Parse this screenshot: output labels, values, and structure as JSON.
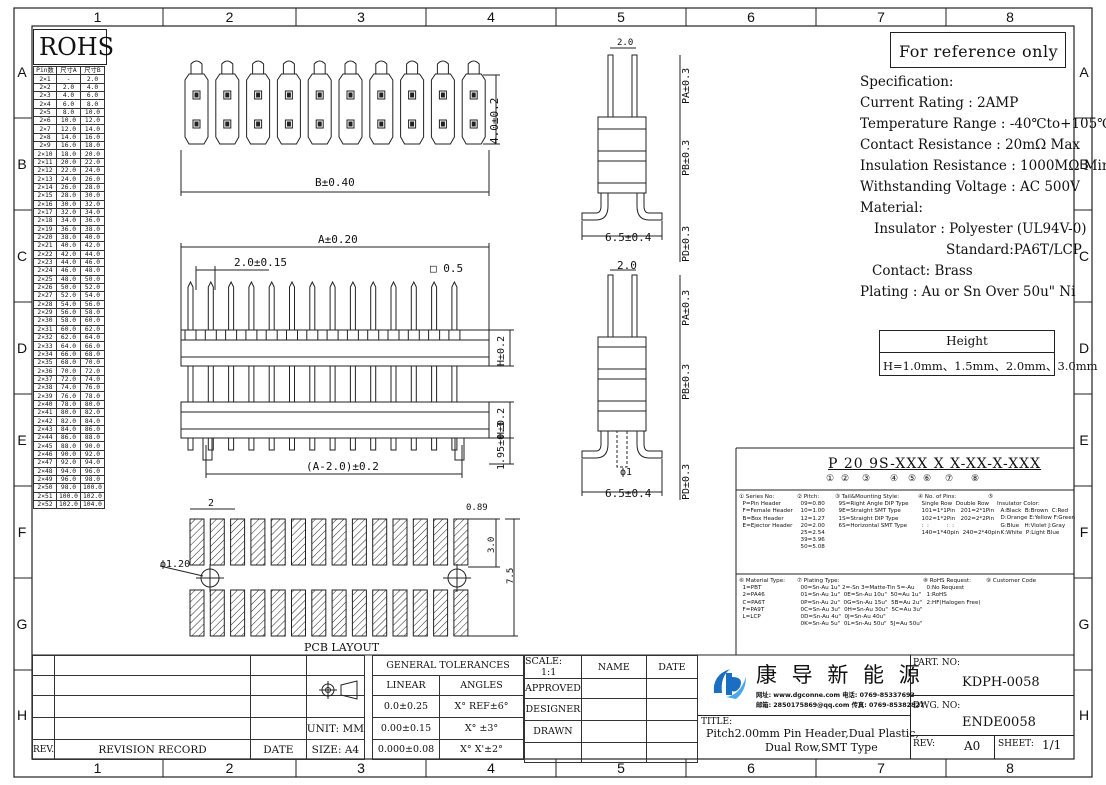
{
  "grid": {
    "columns": [
      "1",
      "2",
      "3",
      "4",
      "5",
      "6",
      "7",
      "8"
    ],
    "rows": [
      "A",
      "B",
      "C",
      "D",
      "E",
      "F",
      "G",
      "H"
    ]
  },
  "rohs": "ROHS",
  "pin_table": {
    "headers": [
      "Pin数",
      "尺寸A",
      "尺寸B"
    ],
    "rows": [
      [
        "2×1",
        "-",
        "2.0"
      ],
      [
        "2×2",
        "2.0",
        "4.0"
      ],
      [
        "2×3",
        "4.0",
        "6.0"
      ],
      [
        "2×4",
        "6.0",
        "8.0"
      ],
      [
        "2×5",
        "8.0",
        "10.0"
      ],
      [
        "2×6",
        "10.0",
        "12.0"
      ],
      [
        "2×7",
        "12.0",
        "14.0"
      ],
      [
        "2×8",
        "14.0",
        "16.0"
      ],
      [
        "2×9",
        "16.0",
        "18.0"
      ],
      [
        "2×10",
        "18.0",
        "20.0"
      ],
      [
        "2×11",
        "20.0",
        "22.0"
      ],
      [
        "2×12",
        "22.0",
        "24.0"
      ],
      [
        "2×13",
        "24.0",
        "26.0"
      ],
      [
        "2×14",
        "26.0",
        "28.0"
      ],
      [
        "2×15",
        "28.0",
        "30.0"
      ],
      [
        "2×16",
        "30.0",
        "32.0"
      ],
      [
        "2×17",
        "32.0",
        "34.0"
      ],
      [
        "2×18",
        "34.0",
        "36.0"
      ],
      [
        "2×19",
        "36.0",
        "38.0"
      ],
      [
        "2×20",
        "38.0",
        "40.0"
      ],
      [
        "2×21",
        "40.0",
        "42.0"
      ],
      [
        "2×22",
        "42.0",
        "44.0"
      ],
      [
        "2×23",
        "44.0",
        "46.0"
      ],
      [
        "2×24",
        "46.0",
        "48.0"
      ],
      [
        "2×25",
        "48.0",
        "50.0"
      ],
      [
        "2×26",
        "50.0",
        "52.0"
      ],
      [
        "2×27",
        "52.0",
        "54.0"
      ],
      [
        "2×28",
        "54.0",
        "56.0"
      ],
      [
        "2×29",
        "56.0",
        "58.0"
      ],
      [
        "2×30",
        "58.0",
        "60.0"
      ],
      [
        "2×31",
        "60.0",
        "62.0"
      ],
      [
        "2×32",
        "62.0",
        "64.0"
      ],
      [
        "2×33",
        "64.0",
        "66.0"
      ],
      [
        "2×34",
        "66.0",
        "68.0"
      ],
      [
        "2×35",
        "68.0",
        "70.0"
      ],
      [
        "2×36",
        "70.0",
        "72.0"
      ],
      [
        "2×37",
        "72.0",
        "74.0"
      ],
      [
        "2×38",
        "74.0",
        "76.0"
      ],
      [
        "2×39",
        "76.0",
        "78.0"
      ],
      [
        "2×40",
        "78.0",
        "80.0"
      ],
      [
        "2×41",
        "80.0",
        "82.0"
      ],
      [
        "2×42",
        "82.0",
        "84.0"
      ],
      [
        "2×43",
        "84.0",
        "86.0"
      ],
      [
        "2×44",
        "86.0",
        "88.0"
      ],
      [
        "2×45",
        "88.0",
        "90.0"
      ],
      [
        "2×46",
        "90.0",
        "92.0"
      ],
      [
        "2×47",
        "92.0",
        "94.0"
      ],
      [
        "2×48",
        "94.0",
        "96.0"
      ],
      [
        "2×49",
        "96.0",
        "98.0"
      ],
      [
        "2×50",
        "98.0",
        "100.0"
      ],
      [
        "2×51",
        "100.0",
        "102.0"
      ],
      [
        "2×52",
        "102.0",
        "104.0"
      ]
    ]
  },
  "dimensions": {
    "top_height": "4.0±0.2",
    "top_width": "B±0.40",
    "front_a": "A±0.20",
    "front_pitch": "2.0±0.15",
    "front_square": "□ 0.5",
    "front_h1": "H±0.2",
    "front_h2": "H±0.2",
    "front_195": "1.95±0.3",
    "front_a2": "(A-2.0)±0.2",
    "side_top_20": "2.0",
    "side_pa1": "PA±0.3",
    "side_pb1": "PB±0.3",
    "side_65a": "6.5±0.4",
    "side_pd1": "PD±0.3",
    "side_mid_20": "2.0",
    "side_pa2": "PA±0.3",
    "side_pb2": "PB±0.3",
    "side_phi": "ϕ1",
    "side_pd2": "PD±0.3",
    "side_65b": "6.5±0.4",
    "pcb_2": "2",
    "pcb_089": "0.89",
    "pcb_30": "3.0",
    "pcb_75": "7.5",
    "pcb_phi": "ϕ1.20",
    "pcb_layout": "PCB LAYOUT"
  },
  "reference_only": "For reference only",
  "spec": {
    "title": "Specification:",
    "current": "Current Rating : 2AMP",
    "temp": "Temperature Range : -40℃to+105℃",
    "contact_res": "Contact Resistance : 20mΩ Max",
    "insulation_res": "Insulation Resistance : 1000MΩ Min",
    "voltage": "Withstanding Voltage : AC 500V",
    "material": "Material:",
    "insulator": "Insulator : Polyester (UL94V-0)",
    "standard": "Standard:PA6T/LCP",
    "contact": "Contact: Brass",
    "plating": "Plating : Au or Sn Over 50u\" Ni"
  },
  "height_box": {
    "title": "Height",
    "value": "H=1.0mm、1.5mm、2.0mm、3.0mm"
  },
  "part_code": {
    "code": "P 20 9S-XXX X X-XX-X-XXX",
    "circles": [
      "①",
      "②",
      "③",
      "④",
      "⑤",
      "⑥",
      "⑦",
      "⑧"
    ]
  },
  "options_upper": {
    "series": "① Series No:\n  P=Pin Header\n  F=Female Header\n  B=Box Header\n  E=Ejector Header",
    "pitch": "② Pitch:\n  09=0.80\n  10=1.00\n  12=1.27\n  20=2.00\n  25=2.54\n  39=3.96\n  50=5.08",
    "tail": "③ Tail&Mounting Style:\n  9S=Right Angle DIP Type\n  9E=Straight SMT Type\n  1S=Straight DIP Type\n  6S=Horizontal SMT Type",
    "pins": "④ No. of Pins:\n  Single Row  Double Row\n  101=1*1Pin   201=2*1Pin\n  102=1*2Pin   202=2*2Pin\n  :  :          :  :\n  140=1*40pin  240=2*40pin",
    "color_marker": "⑤",
    "color": "Insulator Color:\n  A:Black  B:Brown  C:Red\n  D:Orange E:Yellow F:Green\n  G:Blue   H:Violet J:Gray\n  K:White  P:Light Blue"
  },
  "options_lower": {
    "material": "⑥ Material Type:\n  1=PBT\n  2=PA46\n  C=PA6T\n  F=PA9T\n  L=LCP",
    "plating": "⑦ Plating Type:\n  00=Sn-Au 1u\" 2=-Sn 3=Matte-Tin 5=-Au\n  01=Sn-Au 1u\"  0E=Sn-Au 10u\"  50=Au 1u\"\n  0P=Sn-Au 2u\"  0G=Sn-Au 15u\"  5B=Au 2u\"\n  0C=Sn-Au 3u\"  0H=Sn-Au 30u\"  5C=Au 3u\"\n  0D=Sn-Au 4u\"  0J=Sn-Au 40u\"\n  0K=Sn-Au 5u\"  0L=Sn-Au 50u\"  5J=Au 50u\"",
    "rohs": "⑧ RoHS Request:\n  0:No Request\n  1:RoHS\n  2:HF(Halogen Free)",
    "customer": "⑨ Customer Code"
  },
  "title_block": {
    "rev_label": "REV.",
    "revision_record": "REVISION RECORD",
    "date_label": "DATE",
    "unit": "UNIT: MM",
    "size": "SIZE: A4",
    "general_tol": "GENERAL TOLERANCES",
    "linear": "LINEAR",
    "angles": "ANGLES",
    "tol1": "0.0±0.25",
    "tol2": "0.00±0.15",
    "tol3": "0.000±0.08",
    "ang1": "X° REF±6°",
    "ang2": "X° ±3°",
    "ang3": "X° X'±2°",
    "scale": "SCALE:",
    "scale_val": "1:1",
    "name": "NAME",
    "date": "DATE",
    "approved": "APPROVED",
    "designer": "DESIGNER",
    "drawn": "DRAWN",
    "company_cn": "康 导 新 能 源",
    "web_line": "网址: www.dgconne.com  电话: 0769-85337693",
    "mail_line": "邮箱: 2850175869@qq.com  传真: 0769-85382827",
    "title_label": "TITLE:",
    "title_text1": "Pitch2.00mm Pin Header,Dual Plastic,",
    "title_text2": "Dual Row,SMT Type",
    "part_no_label": "PART. NO:",
    "part_no": "KDPH-0058",
    "dwg_no_label": "DWG. NO:",
    "dwg_no": "ENDE0058",
    "rev_label2": "REV:",
    "rev_val": "A0",
    "sheet_label": "SHEET:",
    "sheet_val": "1/1"
  },
  "colors": {
    "line": "#222222",
    "logo_blue": "#1a6fc4",
    "logo_light": "#4aa8e8"
  }
}
